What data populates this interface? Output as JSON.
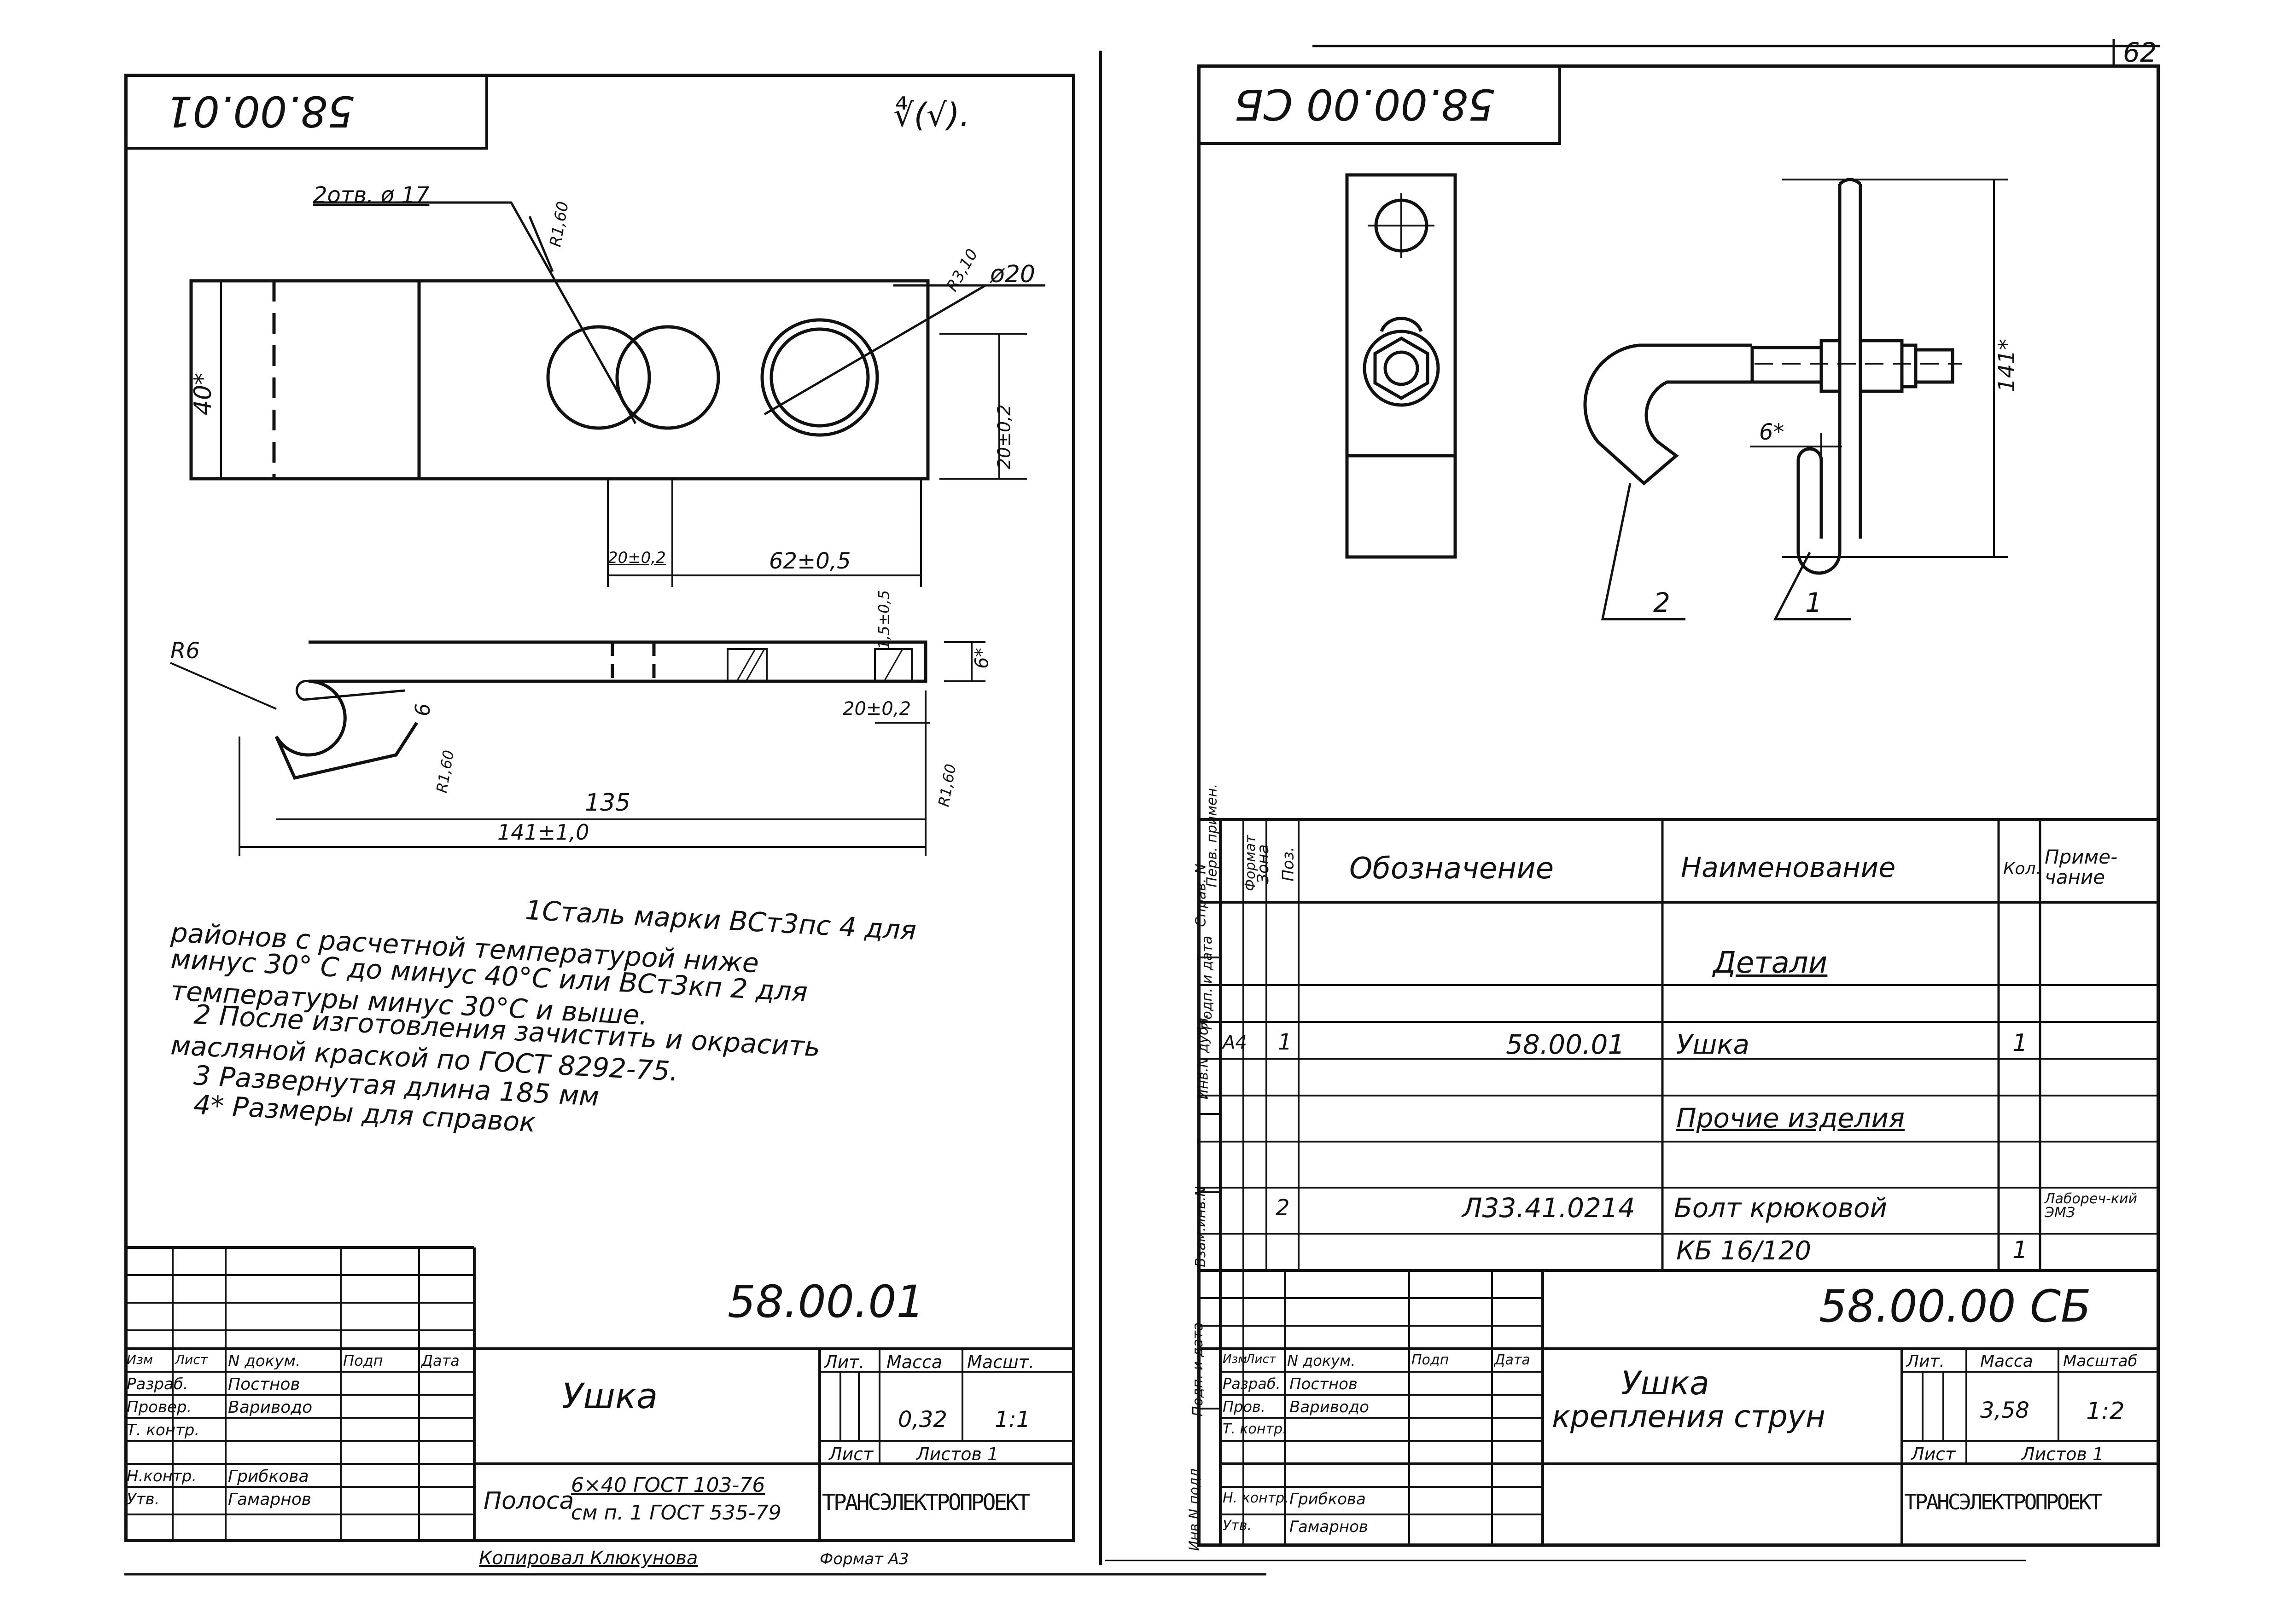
{
  "page_number": "62",
  "left_sheet": {
    "stamp_code": "58.00.01",
    "roughness_mark": "∜(√).",
    "dims": {
      "holes": "2отв. ø 17",
      "r_top": "R1,60",
      "r_hole": "R3,10",
      "dia20": "ø20",
      "height40": "40*",
      "w20": "20±0,2",
      "d_small": "20±0,2",
      "d62": "62±0,5",
      "r6": "R6",
      "thk": "6",
      "r160a": "R1,60",
      "r160b": "R1,60",
      "gap15": "1,5±0,5",
      "h6": "6*",
      "w20b": "20±0,2",
      "len135": "135",
      "len141": "141±1,0"
    },
    "notes": [
      "1Сталь марки ВСт3пс 4 для",
      "районов с расчетной температурой ниже",
      "минус 30° С до минус 40°С или ВСт3кп 2 для",
      "температуры минус 30°С и выше.",
      "2 После изготовления зачистить и окрасить",
      "масляной краской по ГОСТ 8292-75.",
      "3 Развернутая длина 185 мм",
      "4* Размеры для справок"
    ],
    "title_block": {
      "doc_code": "58.00.01",
      "name": "Ушка",
      "material_prefix": "Полоса",
      "material_line1": "6×40  ГОСТ 103-76",
      "material_line2": "см п. 1 ГОСТ 535-79",
      "lit_header": "Лит.",
      "mass_header": "Масса",
      "scale_header": "Масшт.",
      "mass": "0,32",
      "scale": "1:1",
      "sheet_label": "Лист",
      "sheets_label": "Листов 1",
      "org": "ТРАНСЭЛЕКТРОПРОЕКТ",
      "header_cols": [
        "Изм",
        "Лист",
        "N докум.",
        "Подп",
        "Дата"
      ],
      "roles": [
        "Разраб.",
        "Провер.",
        "Т. контр.",
        "",
        "Н.контр.",
        "Утв."
      ],
      "names": [
        "Постнов",
        "Вариводо",
        "",
        "",
        "Грибкова",
        "Гамарнов"
      ]
    }
  },
  "right_sheet": {
    "stamp_code": "58.00.00 СБ",
    "callout_1": "1",
    "callout_2": "2",
    "dim_141": "141*",
    "dim_6": "6*",
    "spec_headers": {
      "format": "Формат",
      "zone": "Зона",
      "pos": "Поз.",
      "designation": "Обозначение",
      "name": "Наименование",
      "qty": "Кол.",
      "note": "Приме-чание"
    },
    "spec_rows": [
      {
        "format": "",
        "pos": "",
        "designation": "",
        "name": "Детали",
        "qty": "",
        "note": ""
      },
      {
        "format": "А4",
        "pos": "1",
        "designation": "58.00.01",
        "name": "Ушка",
        "qty": "1",
        "note": ""
      },
      {
        "format": "",
        "pos": "",
        "designation": "",
        "name": "Прочие изделия",
        "qty": "",
        "note": ""
      },
      {
        "format": "",
        "pos": "2",
        "designation": "Л33.41.0214",
        "name": "Болт крюковой",
        "qty": "",
        "note": "Лабореч-кий ЭМЗ"
      },
      {
        "format": "",
        "pos": "",
        "designation": "",
        "name": "КБ 16/120",
        "qty": "1",
        "note": ""
      }
    ],
    "side_labels": [
      "Инв.N подл.",
      "Подп. и дата",
      "Взам.инв.N",
      "Инв.N дубл.",
      "Подп. и дата",
      "Справ. N",
      "Перв. примен."
    ],
    "title_block": {
      "doc_code": "58.00.00 СБ",
      "name_line1": "Ушка",
      "name_line2": "крепления струн",
      "lit_header": "Лит.",
      "mass_header": "Масса",
      "scale_header": "Масштаб",
      "mass": "3,58",
      "scale": "1:2",
      "sheet_label": "Лист",
      "sheets_label": "Листов 1",
      "org": "ТРАНСЭЛЕКТРОПРОЕКТ",
      "header_cols": [
        "Изм",
        "Лист",
        "N докум.",
        "Подп",
        "Дата"
      ],
      "roles": [
        "Разраб.",
        "Пров.",
        "Т. контр.",
        "",
        "Н. контр.",
        "Утв."
      ],
      "names": [
        "Постнов",
        "Вариводо",
        "",
        "",
        "Грибкова",
        "Гамарнов"
      ]
    }
  },
  "footer": {
    "copied_by": "Копировал Клюкунова",
    "format": "Формат А3"
  }
}
